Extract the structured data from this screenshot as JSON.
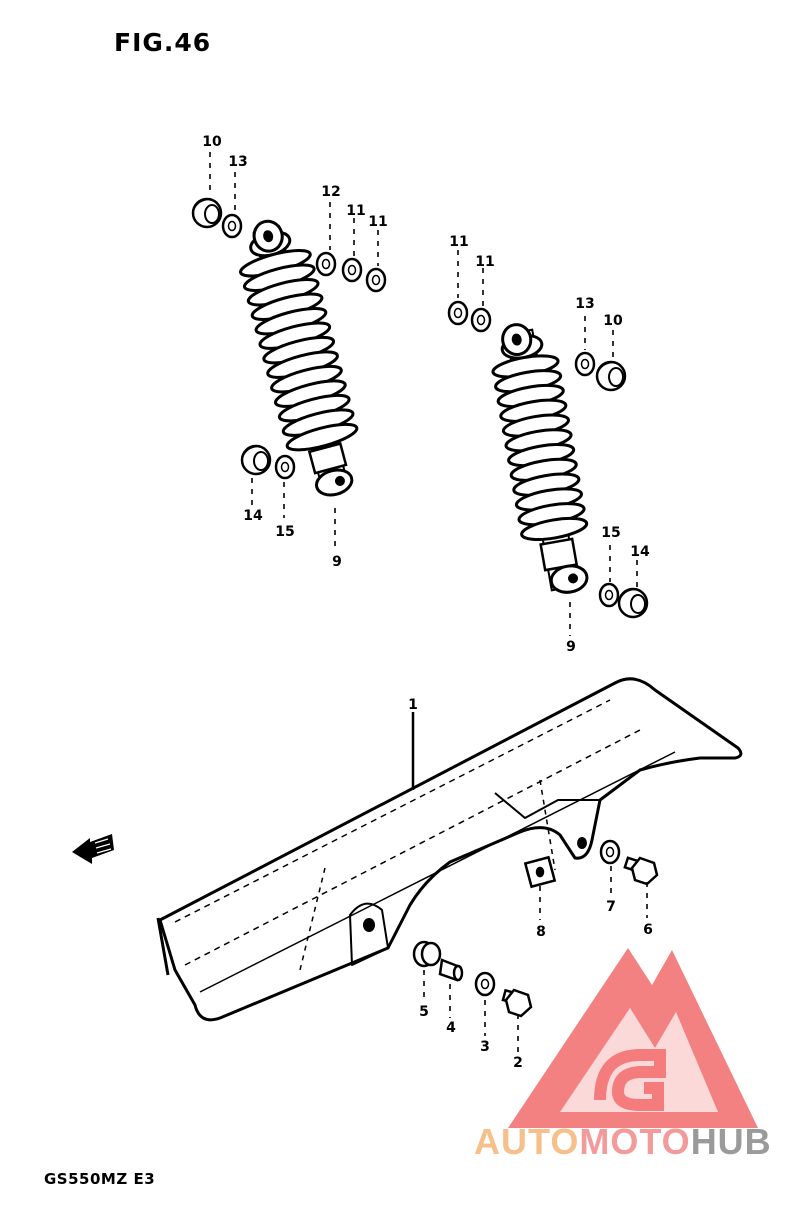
{
  "figure": {
    "title": "FIG.46",
    "model_code": "GS550MZ  E3"
  },
  "callouts": [
    {
      "id": "c10a",
      "label": "10"
    },
    {
      "id": "c13a",
      "label": "13"
    },
    {
      "id": "c12",
      "label": "12"
    },
    {
      "id": "c11a",
      "label": "11"
    },
    {
      "id": "c11b",
      "label": "11"
    },
    {
      "id": "c11c",
      "label": "11"
    },
    {
      "id": "c11d",
      "label": "11"
    },
    {
      "id": "c13b",
      "label": "13"
    },
    {
      "id": "c10b",
      "label": "10"
    },
    {
      "id": "c14a",
      "label": "14"
    },
    {
      "id": "c15a",
      "label": "15"
    },
    {
      "id": "c9a",
      "label": "9"
    },
    {
      "id": "c15b",
      "label": "15"
    },
    {
      "id": "c14b",
      "label": "14"
    },
    {
      "id": "c9b",
      "label": "9"
    },
    {
      "id": "c1",
      "label": "1"
    },
    {
      "id": "c7",
      "label": "7"
    },
    {
      "id": "c6",
      "label": "6"
    },
    {
      "id": "c8",
      "label": "8"
    },
    {
      "id": "c5",
      "label": "5"
    },
    {
      "id": "c4",
      "label": "4"
    },
    {
      "id": "c3",
      "label": "3"
    },
    {
      "id": "c2",
      "label": "2"
    }
  ],
  "logo": {
    "part1": "AUTO",
    "part2": "MOTO",
    "part3": "HUB",
    "color1": "#f7c08a",
    "color2": "#f39a9a",
    "color3": "#9a9a9a",
    "triangle_color": "#f26b6b",
    "triangle_inner_color": "#f7a7a7"
  }
}
